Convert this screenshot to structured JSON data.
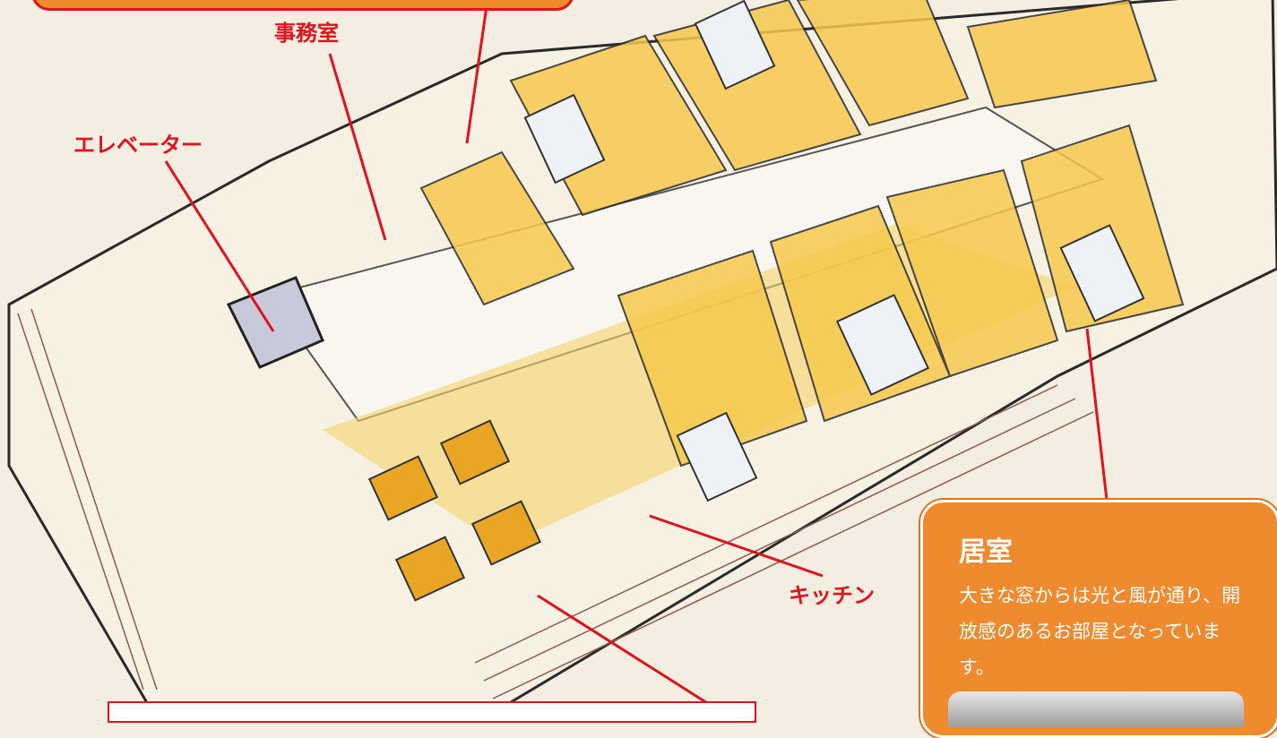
{
  "labels": {
    "office": "事務室",
    "elevator": "エレベーター",
    "kitchen": "キッチン"
  },
  "room_info": {
    "title": "居室",
    "description": "大きな窓からは光と風が通り、開放感のあるお部屋となっています。"
  },
  "colors": {
    "callout_red": "#e0121c",
    "box_orange": "#f08a2e",
    "floor_yellow": "#f2c94c",
    "wall_white": "#ffffff"
  }
}
